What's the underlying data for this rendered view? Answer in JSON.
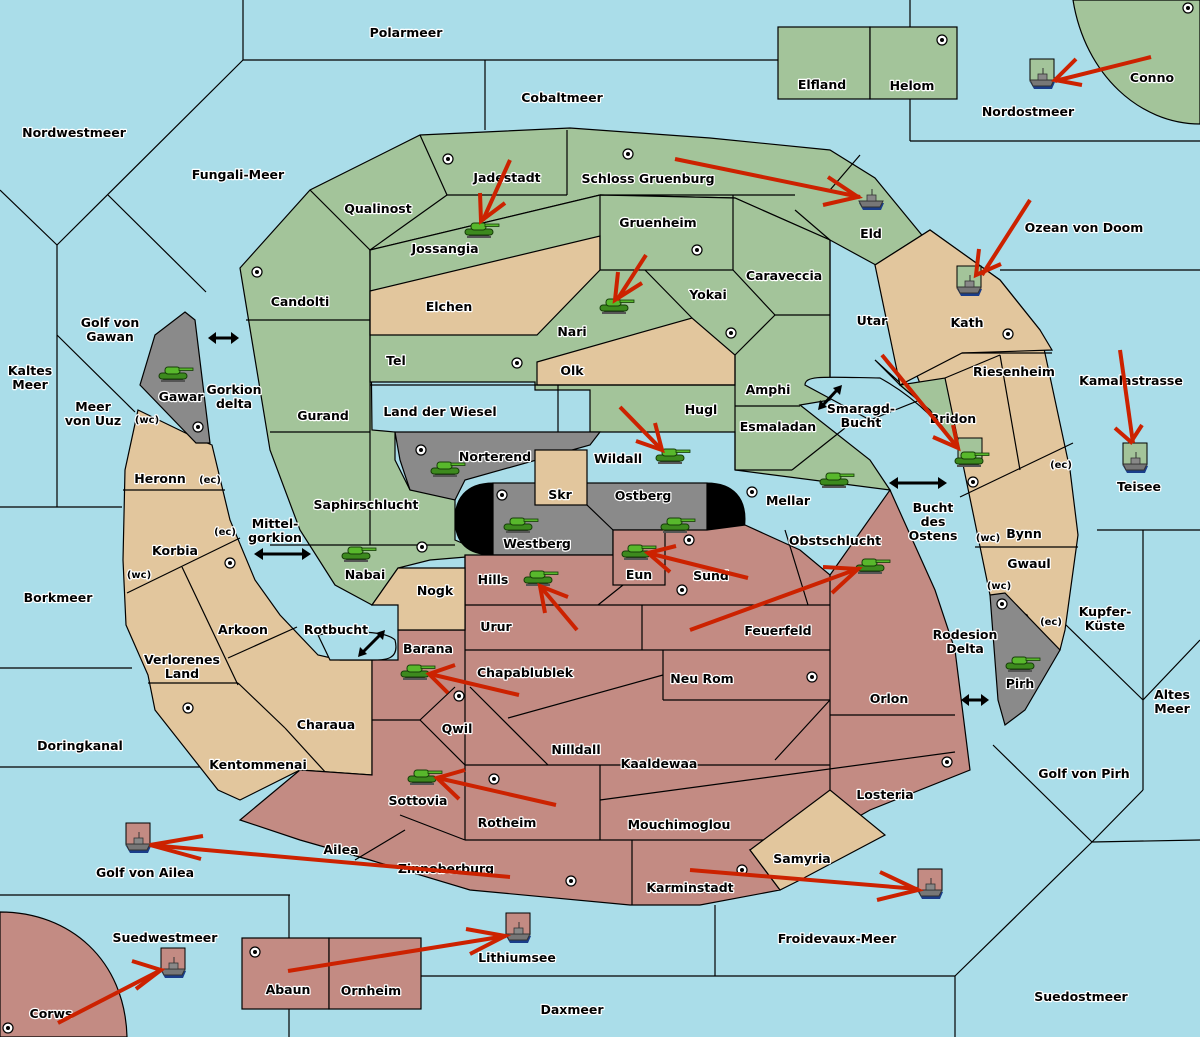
{
  "game": {
    "type": "diplomacy-variant-map",
    "colors": {
      "sea": "#aadde9",
      "green_power": "#a3c49a",
      "tan_power": "#e2c69d",
      "red_power": "#c38b83",
      "neutral_impassable": "#8a8a8a",
      "order_arrow": "#cc2200"
    }
  },
  "sea_regions": [
    {
      "name": "Polarmeer"
    },
    {
      "name": "Cobaltmeer"
    },
    {
      "name": "Nordwestmeer"
    },
    {
      "name": "Fungali-Meer"
    },
    {
      "name": "Nordostmeer"
    },
    {
      "name": "Ozean von Doom"
    },
    {
      "name": "Kamalastrasse"
    },
    {
      "name": "Kaltes Meer"
    },
    {
      "name": "Golf von Gawan"
    },
    {
      "name": "Meer von Uuz"
    },
    {
      "name": "Gorkion delta"
    },
    {
      "name": "Mittel-gorkion"
    },
    {
      "name": "Borkmeer"
    },
    {
      "name": "Rotbucht"
    },
    {
      "name": "Doringkanal"
    },
    {
      "name": "Golf von Ailea"
    },
    {
      "name": "Suedwestmeer"
    },
    {
      "name": "Lithiumsee"
    },
    {
      "name": "Daxmeer"
    },
    {
      "name": "Froidevaux-Meer"
    },
    {
      "name": "Suedostmeer"
    },
    {
      "name": "Golf von Pirh"
    },
    {
      "name": "Altes Meer"
    },
    {
      "name": "Kupfer-Küste"
    },
    {
      "name": "Rodesion Delta"
    },
    {
      "name": "Bucht des Ostens"
    },
    {
      "name": "Smaragd-Bucht"
    },
    {
      "name": "Teisee"
    }
  ],
  "labels": {
    "polarmeer": "Polarmeer",
    "cobaltmeer": "Cobaltmeer",
    "nordwestmeer": "Nordwestmeer",
    "fungali": "Fungali-Meer",
    "nordostmeer": "Nordostmeer",
    "ozean": "Ozean von Doom",
    "kamalastrasse": "Kamalastrasse",
    "kaltes1": "Kaltes",
    "kaltes2": "Meer",
    "gawan1": "Golf von",
    "gawan2": "Gawan",
    "uuz1": "Meer",
    "uuz2": "von Uuz",
    "gorkion1": "Gorkion",
    "gorkion2": "delta",
    "mittel1": "Mittel-",
    "mittel2": "gorkion",
    "borkmeer": "Borkmeer",
    "rotbucht": "Rotbucht",
    "doringkanal": "Doringkanal",
    "golfailea": "Golf von Ailea",
    "suedwestmeer": "Suedwestmeer",
    "lithiumsee": "Lithiumsee",
    "daxmeer": "Daxmeer",
    "froidevaux": "Froidevaux-Meer",
    "suedostmeer": "Suedostmeer",
    "golfpirh": "Golf von Pirh",
    "altes1": "Altes",
    "altes2": "Meer",
    "kupfer1": "Kupfer-",
    "kupfer2": "Küste",
    "rodesion1": "Rodesion",
    "rodesion2": "Delta",
    "bucht1": "Bucht",
    "bucht2": "des",
    "bucht3": "Ostens",
    "smaragd1": "Smaragd-",
    "smaragd2": "Bucht",
    "teisee": "Teisee",
    "elfland": "Elfland",
    "helom": "Helom",
    "conno": "Conno",
    "jadestadt": "Jadestadt",
    "schloss": "Schloss Gruenburg",
    "qualinost": "Qualinost",
    "jossangia": "Jossangia",
    "gruenheim": "Gruenheim",
    "eld": "Eld",
    "candolti": "Candolti",
    "elchen": "Elchen",
    "nari": "Nari",
    "yokai": "Yokai",
    "caraveccia": "Caraveccia",
    "utar": "Utar",
    "kath": "Kath",
    "tel": "Tel",
    "olk": "Olk",
    "gurand": "Gurand",
    "landwiesel": "Land der Wiesel",
    "hugl": "Hugl",
    "amphi": "Amphi",
    "esmaladan": "Esmaladan",
    "riesenheim": "Riesenheim",
    "bridon": "Bridon",
    "gawar": "Gawar",
    "norterend": "Norterend",
    "wildall": "Wildall",
    "skr": "Skr",
    "ostberg": "Ostberg",
    "westberg": "Westberg",
    "mellar": "Mellar",
    "saphirschlucht": "Saphirschlucht",
    "nabai": "Nabai",
    "heronn": "Heronn",
    "korbia": "Korbia",
    "arkoon": "Arkoon",
    "verlorenes1": "Verlorenes",
    "verlorenes2": "Land",
    "charaua": "Charaua",
    "kentommenai": "Kentommenai",
    "nogk": "Nogk",
    "hills": "Hills",
    "eun": "Eun",
    "sund": "Sund",
    "obstschlucht": "Obstschlucht",
    "urur": "Urur",
    "feuerfeld": "Feuerfeld",
    "barana": "Barana",
    "chapablublek": "Chapablublek",
    "neurom": "Neu Rom",
    "qwil": "Qwil",
    "nilldall": "Nilldall",
    "kaaldewaa": "Kaaldewaa",
    "sottovia": "Sottovia",
    "rotheim": "Rotheim",
    "mouchimoglou": "Mouchimoglou",
    "orlon": "Orlon",
    "losteria": "Losteria",
    "samyria": "Samyria",
    "ailea": "Ailea",
    "zinnoberburg": "Zinnoberburg",
    "karminstadt": "Karminstadt",
    "abaun": "Abaun",
    "ornheim": "Ornheim",
    "corws": "Corws",
    "bynn": "Bynn",
    "gwaul": "Gwaul",
    "pirh": "Pirh",
    "wc": "(wc)",
    "ec": "(ec)"
  },
  "units": [
    {
      "type": "army",
      "power": "green",
      "location": "Jossangia"
    },
    {
      "type": "army",
      "power": "green",
      "location": "Nari"
    },
    {
      "type": "army",
      "power": "green",
      "location": "Gawar"
    },
    {
      "type": "army",
      "power": "green",
      "location": "Norterend"
    },
    {
      "type": "army",
      "power": "green",
      "location": "Wildall"
    },
    {
      "type": "army",
      "power": "green",
      "location": "Westberg"
    },
    {
      "type": "army",
      "power": "green",
      "location": "Ostberg"
    },
    {
      "type": "army",
      "power": "green",
      "location": "Eun"
    },
    {
      "type": "army",
      "power": "green",
      "location": "Hills"
    },
    {
      "type": "army",
      "power": "green",
      "location": "Nabai"
    },
    {
      "type": "army",
      "power": "green",
      "location": "Mellar"
    },
    {
      "type": "army",
      "power": "green",
      "location": "Obstschlucht"
    },
    {
      "type": "army",
      "power": "green",
      "location": "Bridon"
    },
    {
      "type": "army",
      "power": "green",
      "location": "Pirh"
    },
    {
      "type": "army",
      "power": "green",
      "location": "Barana"
    },
    {
      "type": "army",
      "power": "green",
      "location": "Sottovia"
    },
    {
      "type": "fleet",
      "power": "green",
      "location": "Eld"
    },
    {
      "type": "fleet",
      "power": "green",
      "location": "Nordostmeer"
    },
    {
      "type": "fleet",
      "power": "green",
      "location": "Kath"
    },
    {
      "type": "fleet",
      "power": "green",
      "location": "Teisee"
    },
    {
      "type": "fleet",
      "power": "red",
      "location": "Golf von Ailea"
    },
    {
      "type": "fleet",
      "power": "red",
      "location": "Suedwestmeer"
    },
    {
      "type": "fleet",
      "power": "red",
      "location": "Lithiumsee"
    },
    {
      "type": "fleet",
      "power": "red",
      "location": "Froidevaux-Meer"
    }
  ],
  "orders": [
    {
      "from": "Jadestadt",
      "to": "Jossangia"
    },
    {
      "from": "Gruenheim",
      "to": "Nari"
    },
    {
      "from": "Schloss Gruenburg",
      "to": "Eld"
    },
    {
      "from": "Conno",
      "to": "Nordostmeer"
    },
    {
      "from": "Ozean von Doom",
      "to": "Kath"
    },
    {
      "from": "Kamalastrasse",
      "to": "Teisee"
    },
    {
      "from": "Utar",
      "to": "Bridon"
    },
    {
      "from": "Hugl",
      "to": "Wildall"
    },
    {
      "from": "Sund",
      "to": "Eun"
    },
    {
      "from": "Urur",
      "to": "Hills"
    },
    {
      "from": "Feuerfeld",
      "to": "Obstschlucht"
    },
    {
      "from": "Chapablublek",
      "to": "Barana"
    },
    {
      "from": "Rotheim",
      "to": "Sottovia"
    },
    {
      "from": "Zinnoberburg",
      "to": "Golf von Ailea"
    },
    {
      "from": "Corws",
      "to": "Suedwestmeer"
    },
    {
      "from": "Abaun",
      "to": "Lithiumsee"
    },
    {
      "from": "Karminstadt",
      "to": "Froidevaux-Meer"
    }
  ]
}
